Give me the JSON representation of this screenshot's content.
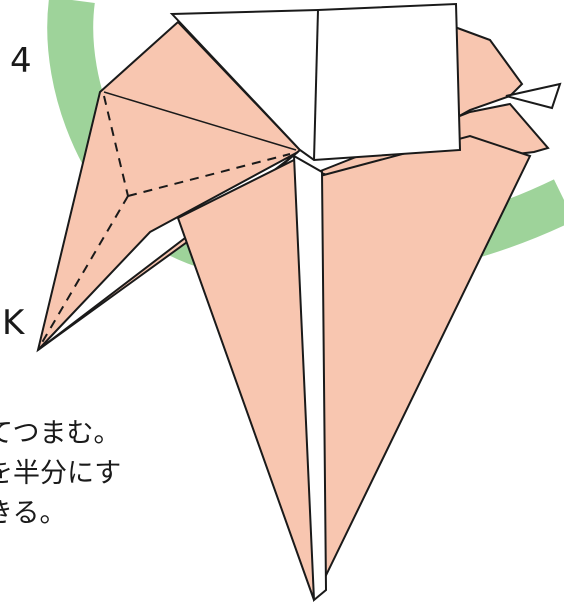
{
  "diagram": {
    "step_number": "4",
    "point_label": "K",
    "instructions": [
      "てつまむ。",
      "を半分にす",
      "きる。"
    ]
  },
  "colors": {
    "paper_front": "#f8c6b0",
    "paper_back": "#ffffff",
    "outline": "#1a1a1a",
    "arrow_band": "#9ed39a",
    "background": "#ffffff"
  }
}
